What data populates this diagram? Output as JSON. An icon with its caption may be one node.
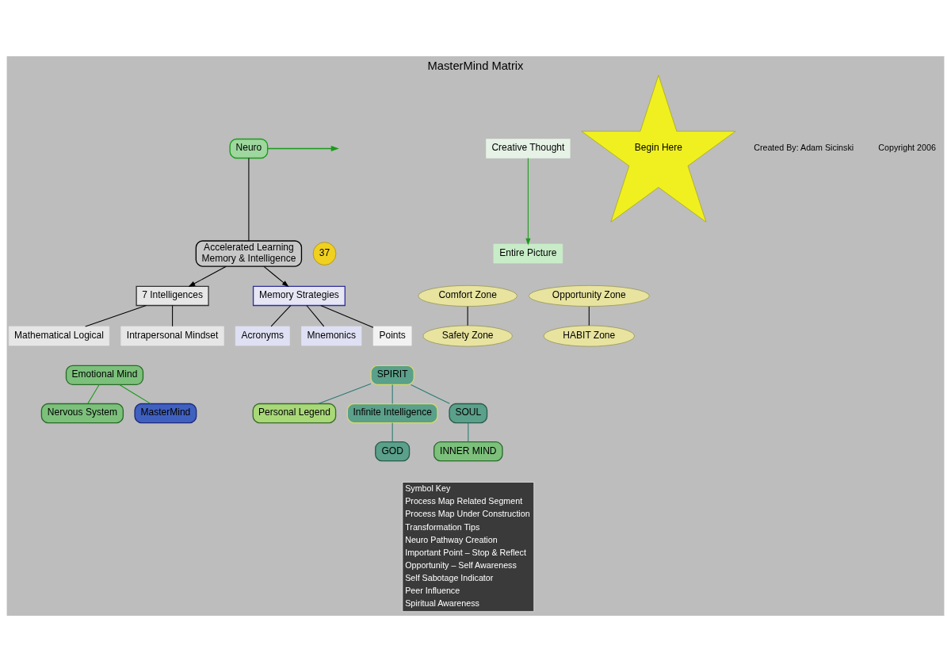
{
  "diagram": {
    "title": "MasterMind Matrix",
    "nodes": [
      {
        "text": [
          "Accelerated Learning",
          "Memory & Intelligence"
        ],
        "beside": [
          "37"
        ]
      },
      {
        "text": [
          "7 Intelligences"
        ]
      },
      {
        "text": [
          "Memory Strategies"
        ]
      },
      {
        "text": [
          "Mathematical Logical"
        ]
      },
      {
        "text": [
          "Intrapersonal Mindset"
        ]
      },
      {
        "text": [
          "Acronyms"
        ]
      },
      {
        "text": [
          "Mnemonics"
        ]
      },
      {
        "text": [
          "Points"
        ]
      },
      {
        "text": [
          "Neuro"
        ]
      },
      {
        "text": [
          "Entire Picture"
        ]
      },
      {
        "text": [
          "Creative Thought"
        ]
      },
      {
        "text": [
          "Begin Here"
        ]
      },
      {
        "text": [
          "Emotional Mind"
        ]
      },
      {
        "text": [
          "Nervous System"
        ]
      },
      {
        "text": [
          "Personal Legend"
        ]
      },
      {
        "text": [
          "SPIRIT"
        ]
      },
      {
        "text": [
          "Infinite Intelligence"
        ]
      },
      {
        "text": [
          "SOUL"
        ]
      },
      {
        "text": [
          "GOD"
        ]
      },
      {
        "text": [
          "INNER MIND"
        ]
      },
      {
        "text": [
          "MasterMind"
        ]
      },
      {
        "text": [
          "Comfort Zone"
        ]
      },
      {
        "text": [
          "Opportunity Zone"
        ]
      },
      {
        "text": [
          "Safety Zone"
        ]
      },
      {
        "text": [
          "HABIT Zone"
        ]
      }
    ],
    "edges": [
      {
        "from": 0,
        "to": 1,
        "arrow": "to"
      },
      {
        "from": 0,
        "to": 2,
        "arrow": "to"
      },
      {
        "from": 1,
        "to": 3,
        "arrow": "none"
      },
      {
        "from": 1,
        "to": 4,
        "arrow": "none"
      },
      {
        "from": 2,
        "to": 5,
        "arrow": "none"
      },
      {
        "from": 2,
        "to": 6,
        "arrow": "none"
      },
      {
        "from": 2,
        "to": 7,
        "arrow": "none"
      },
      {
        "from": 8,
        "to": 0,
        "arrow": "none"
      },
      {
        "from": 8,
        "to": null,
        "arrow": "to",
        "color": "#1a9a1a"
      },
      {
        "from": 10,
        "to": 9,
        "arrow": "to",
        "color": "#1a9a1a"
      },
      {
        "from": 12,
        "to": 13,
        "arrow": "none",
        "color": "#1a9a1a"
      },
      {
        "from": 15,
        "to": 14,
        "arrow": "none",
        "color": "#2a7a70"
      },
      {
        "from": 15,
        "to": 16,
        "arrow": "none",
        "color": "#2a7a70"
      },
      {
        "from": 15,
        "to": 17,
        "arrow": "none",
        "color": "#2a7a70"
      },
      {
        "from": 17,
        "to": 19,
        "arrow": "none",
        "color": "#2a7a70"
      },
      {
        "from": 16,
        "to": 18,
        "arrow": "none",
        "color": "#2a7a70"
      },
      {
        "from": 12,
        "to": 20,
        "arrow": "none",
        "color": "#1a9a1a"
      },
      {
        "from": 21,
        "to": 23,
        "arrow": "none"
      },
      {
        "from": 22,
        "to": 24,
        "arrow": "none"
      }
    ],
    "labels": [
      "Created By: Adam Sicinski",
      "Copyright 2006"
    ],
    "legend": [
      {
        "text": "Symbol Key"
      },
      {
        "text": "Process Map Related Segment"
      },
      {
        "text": "Process Map Under Construction"
      },
      {
        "text": "Transformation Tips"
      },
      {
        "text": "Neuro Pathway Creation"
      },
      {
        "text": "Important Point – Stop & Reflect"
      },
      {
        "text": "Opportunity – Self Awareness"
      },
      {
        "text": "Self Sabotage Indicator"
      },
      {
        "text": "Peer Influence"
      },
      {
        "text": "Spiritual Awareness"
      }
    ]
  }
}
